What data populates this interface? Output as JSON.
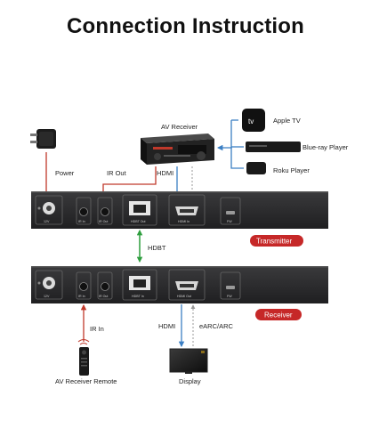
{
  "title": "Connection Instruction",
  "labels": {
    "av_receiver": "AV Receiver",
    "apple_tv": "Apple TV",
    "bluray": "Blue-ray Player",
    "roku": "Roku Player",
    "power": "Power",
    "ir_out": "IR Out",
    "hdmi_top": "HDMI",
    "hdbt": "HDBT",
    "ir_in": "IR In",
    "hdmi_bottom": "HDMI",
    "earc": "eARC/ARC",
    "remote": "AV Receiver Remote",
    "display": "Display"
  },
  "transmitter": {
    "badge": "Transmitter",
    "ports": {
      "power": "12V",
      "ir_in": "IR In",
      "ir_out": "IR Out",
      "hdbt": "HDBT Out",
      "hdmi": "HDMI In",
      "fw": "FW"
    }
  },
  "receiver": {
    "badge": "Receiver",
    "ports": {
      "power": "12V",
      "ir_in": "IR In",
      "ir_out": "IR Out",
      "hdbt": "HDBT In",
      "hdmi": "HDMI Out",
      "fw": "FW"
    }
  },
  "colors": {
    "power_line": "#c0392b",
    "hdmi_line": "#3b7fc4",
    "hdbt_line": "#2e9e3e",
    "earc_line": "#999999",
    "badge": "#c62828",
    "panel": "#2b2b2d"
  },
  "icons": [
    "power-adapter-icon",
    "av-receiver-icon",
    "apple-tv-icon",
    "bluray-player-icon",
    "roku-player-icon",
    "ir-remote-icon",
    "display-icon"
  ]
}
